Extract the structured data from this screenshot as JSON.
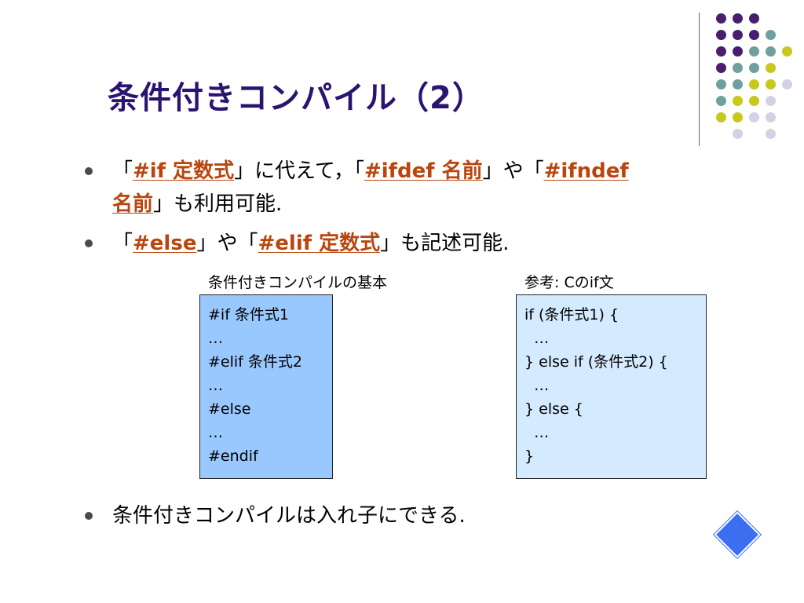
{
  "title": "条件付きコンパイル（2）",
  "colors": {
    "title": "#2a1470",
    "highlight": "#b8460e",
    "left_box_bg": "#99c8ff",
    "right_box_bg": "#d4eaff",
    "diamond": "#3c6ef0",
    "dot_purple": "#4a1e6e",
    "dot_teal": "#6fa0a0",
    "dot_olive": "#c8c81e",
    "dot_lavender": "#d2d2e6"
  },
  "bullets": {
    "b1": {
      "q1_open": "「",
      "hl1": "#if 定数式",
      "text1": "」に代えて，「",
      "hl2": "#ifdef 名前",
      "text2": "」や「",
      "hl3": "#ifndef",
      "hl4": "名前",
      "text3": "」も利用可能."
    },
    "b2": {
      "q_open": "「",
      "hl1": "#else",
      "text1": "」や「",
      "hl2": "#elif 定数式",
      "text2": "」も記述可能."
    },
    "b3": {
      "text": "条件付きコンパイルは入れ子にできる."
    }
  },
  "left_box": {
    "caption": "条件付きコンパイルの基本",
    "lines": [
      "#if 条件式1",
      "…",
      "#elif 条件式2",
      "…",
      "#else",
      "…",
      "#endif"
    ]
  },
  "right_box": {
    "caption": "参考: Cのif文",
    "lines": [
      "if (条件式1) {",
      "  …",
      "} else if (条件式2) {",
      "  …",
      "} else {",
      "  …",
      "}"
    ]
  },
  "decor_dots": [
    [
      "purple",
      "purple",
      "purple",
      "",
      ""
    ],
    [
      "purple",
      "purple",
      "purple",
      "teal",
      ""
    ],
    [
      "purple",
      "purple",
      "teal",
      "teal",
      "olive"
    ],
    [
      "purple",
      "teal",
      "teal",
      "olive",
      ""
    ],
    [
      "teal",
      "teal",
      "olive",
      "olive",
      "lavender"
    ],
    [
      "teal",
      "olive",
      "olive",
      "lavender",
      ""
    ],
    [
      "olive",
      "olive",
      "lavender",
      "lavender",
      ""
    ],
    [
      "",
      "lavender",
      "",
      "lavender",
      ""
    ]
  ]
}
